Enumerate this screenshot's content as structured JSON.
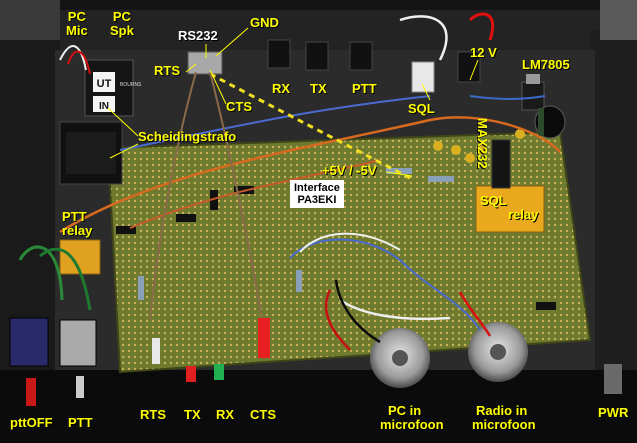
{
  "photo": {
    "labels": {
      "pc_mic_line1": "PC",
      "pc_mic_line2": "Mic",
      "pc_spk_line1": "PC",
      "pc_spk_line2": "Spk",
      "rs232": "RS232",
      "gnd": "GND",
      "rts_top": "RTS",
      "cts_top": "CTS",
      "rx_top": "RX",
      "tx_top": "TX",
      "ptt_top": "PTT",
      "sql_top": "SQL",
      "v12": "12 V",
      "lm7805": "LM7805",
      "max232": "MAX232",
      "scheidingstrafo": "Scheidingstrafo",
      "plusminus5v": "+5V / -5V",
      "sql_relay_line1": "SQL",
      "sql_relay_line2": "relay",
      "ptt_relay_line1": "PTT",
      "ptt_relay_line2": "relay",
      "interface_line1": "Interface",
      "interface_line2": "PA3EKI",
      "ptt_off": "pttOFF",
      "ptt_bottom": "PTT",
      "rts_bottom": "RTS",
      "tx_bottom": "TX",
      "rx_bottom": "RX",
      "cts_bottom": "CTS",
      "pc_in_line1": "PC  in",
      "pc_in_line2": "microfoon",
      "radio_in_line1": "Radio in",
      "radio_in_line2": "microfoon",
      "pwr": "PWR"
    },
    "transformer_text": {
      "ut_line1": "UT",
      "ut_line2": "BOURNS",
      "ut_line3": "IN"
    }
  }
}
